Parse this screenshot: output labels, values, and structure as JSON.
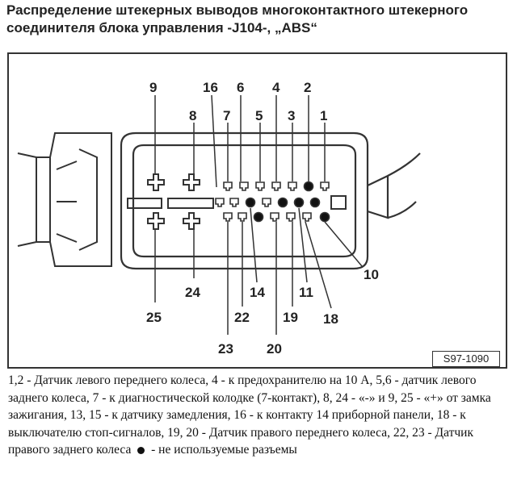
{
  "title": "Распределение штекерных выводов многоконтактного штекерного соединителя блока управления -J104-, „ABS“",
  "figure_code": "S97-1090",
  "pin_labels": [
    "9",
    "16",
    "6",
    "4",
    "2",
    "8",
    "7",
    "5",
    "3",
    "1",
    "10",
    "14",
    "11",
    "18",
    "19",
    "22",
    "24",
    "25",
    "23",
    "20"
  ],
  "legend": {
    "text": "1,2 - Датчик левого переднего колеса, 4 - к предохранителю на 10 А, 5,6 - датчик левого заднего колеса, 7 - к диагностической колодке (7-контакт), 8, 24 - «-» и 9, 25 - «+» от замка зажигания, 13, 15 - к датчику замедления, 16 - к контакту 14 приборной панели, 18 - к выключателю стоп-сигналов, 19, 20 - Датчик правого переднего колеса, 22, 23 - Датчик правого заднего колеса",
    "suffix": "- не используемые разъемы"
  }
}
